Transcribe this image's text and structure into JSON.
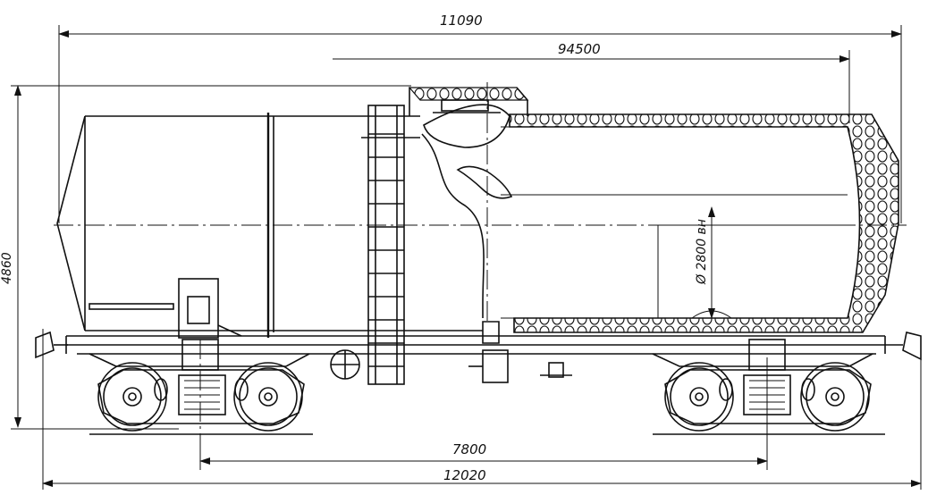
{
  "drawing": {
    "subject": "tank-car-side-view",
    "dimensions": {
      "overall_top": "11090",
      "tank_length": "94500",
      "height": "4860",
      "bogie_base": "7800",
      "overall_bottom": "12020",
      "diameter": "Ø 2800 вн"
    },
    "colors": {
      "ink": "#111111",
      "paper": "#ffffff"
    }
  }
}
